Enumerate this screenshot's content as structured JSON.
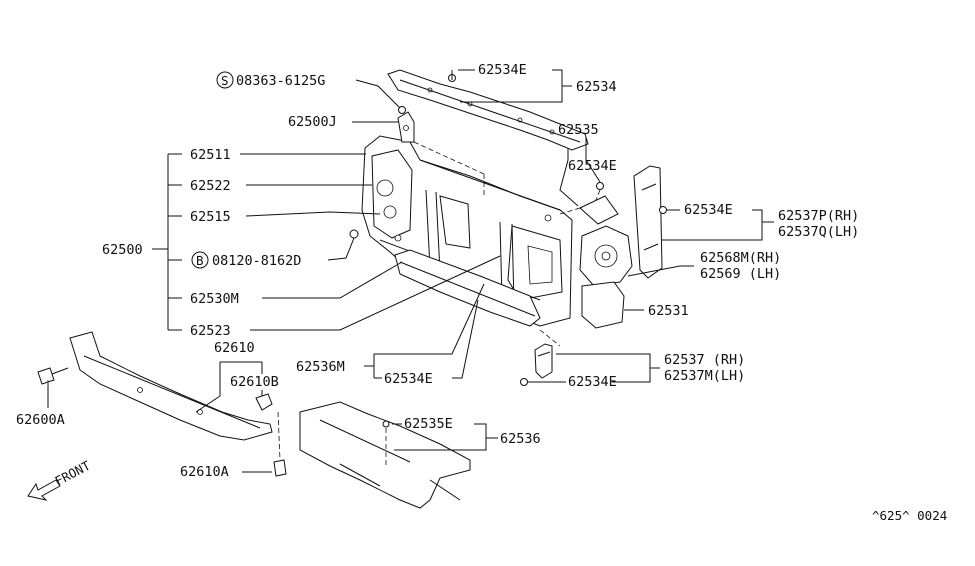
{
  "labels": {
    "p62534E_top": "62534E",
    "p62534": "62534",
    "p08363": "08363-6125G",
    "p62500J": "62500J",
    "p62535": "62535",
    "p62534E_mid": "62534E",
    "p62511": "62511",
    "p62522": "62522",
    "p62515": "62515",
    "p62500": "62500",
    "p08120": "08120-8162D",
    "p62534E_right": "62534E",
    "p62537P": "62537P(RH)",
    "p62537Q": "62537Q(LH)",
    "p62568M": "62568M(RH)",
    "p62569": "62569 (LH)",
    "p62530M": "62530M",
    "p62531": "62531",
    "p62523": "62523",
    "p62610": "62610",
    "p62610B": "62610B",
    "p62536M": "62536M",
    "p62534E_low": "62534E",
    "p62537": "62537 (RH)",
    "p62537M": "62537M(LH)",
    "p62534E_bot": "62534E",
    "p62600A": "62600A",
    "p62535E": "62535E",
    "p62536": "62536",
    "p62610A": "62610A",
    "front": "FRONT",
    "catalog_code": "^625^ 0024"
  },
  "symbols": {
    "screw_marker": "S",
    "bolt_marker": "B"
  },
  "icons": {
    "front_arrow": "arrow-icon",
    "screw": "screw-icon",
    "bolt": "bolt-icon"
  }
}
